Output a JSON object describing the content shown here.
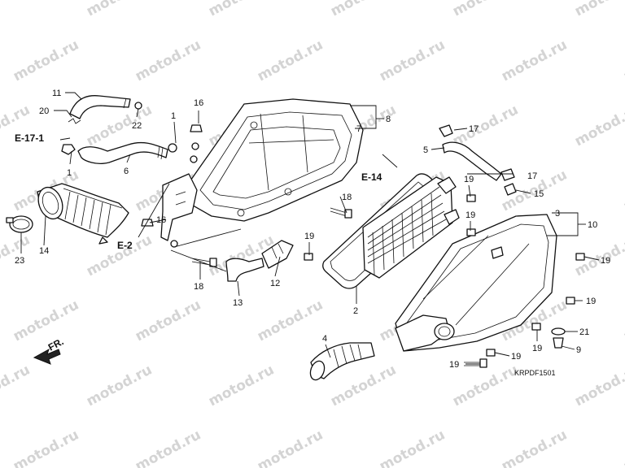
{
  "watermark": "motod.ru",
  "diagram_code": "KRPDF1501",
  "direction_label": "FR.",
  "refs": [
    {
      "id": "E-17-1",
      "text": "E-17-1"
    },
    {
      "id": "E-14",
      "text": "E-14"
    },
    {
      "id": "E-2",
      "text": "E-2"
    }
  ],
  "callouts": [
    {
      "id": "c11",
      "text": "11"
    },
    {
      "id": "c20",
      "text": "20"
    },
    {
      "id": "c22",
      "text": "22"
    },
    {
      "id": "c1a",
      "text": "1"
    },
    {
      "id": "c16a",
      "text": "16"
    },
    {
      "id": "c8",
      "text": "8"
    },
    {
      "id": "c7",
      "text": "7"
    },
    {
      "id": "c1b",
      "text": "1"
    },
    {
      "id": "c6",
      "text": "6"
    },
    {
      "id": "c17a",
      "text": "17"
    },
    {
      "id": "c5",
      "text": "5"
    },
    {
      "id": "c17b",
      "text": "17"
    },
    {
      "id": "c15",
      "text": "15"
    },
    {
      "id": "c19a",
      "text": "19"
    },
    {
      "id": "c19b",
      "text": "19"
    },
    {
      "id": "c18a",
      "text": "18"
    },
    {
      "id": "c16b",
      "text": "16"
    },
    {
      "id": "c3",
      "text": "3"
    },
    {
      "id": "c10",
      "text": "10"
    },
    {
      "id": "c23",
      "text": "23"
    },
    {
      "id": "c14",
      "text": "14"
    },
    {
      "id": "c19c",
      "text": "19"
    },
    {
      "id": "c19d",
      "text": "19"
    },
    {
      "id": "c18b",
      "text": "18"
    },
    {
      "id": "c12",
      "text": "12"
    },
    {
      "id": "c13",
      "text": "13"
    },
    {
      "id": "c2",
      "text": "2"
    },
    {
      "id": "c19e",
      "text": "19"
    },
    {
      "id": "c21",
      "text": "21"
    },
    {
      "id": "c4",
      "text": "4"
    },
    {
      "id": "c19f",
      "text": "19"
    },
    {
      "id": "c9",
      "text": "9"
    },
    {
      "id": "c19g",
      "text": "19"
    },
    {
      "id": "c19h",
      "text": "19"
    }
  ]
}
